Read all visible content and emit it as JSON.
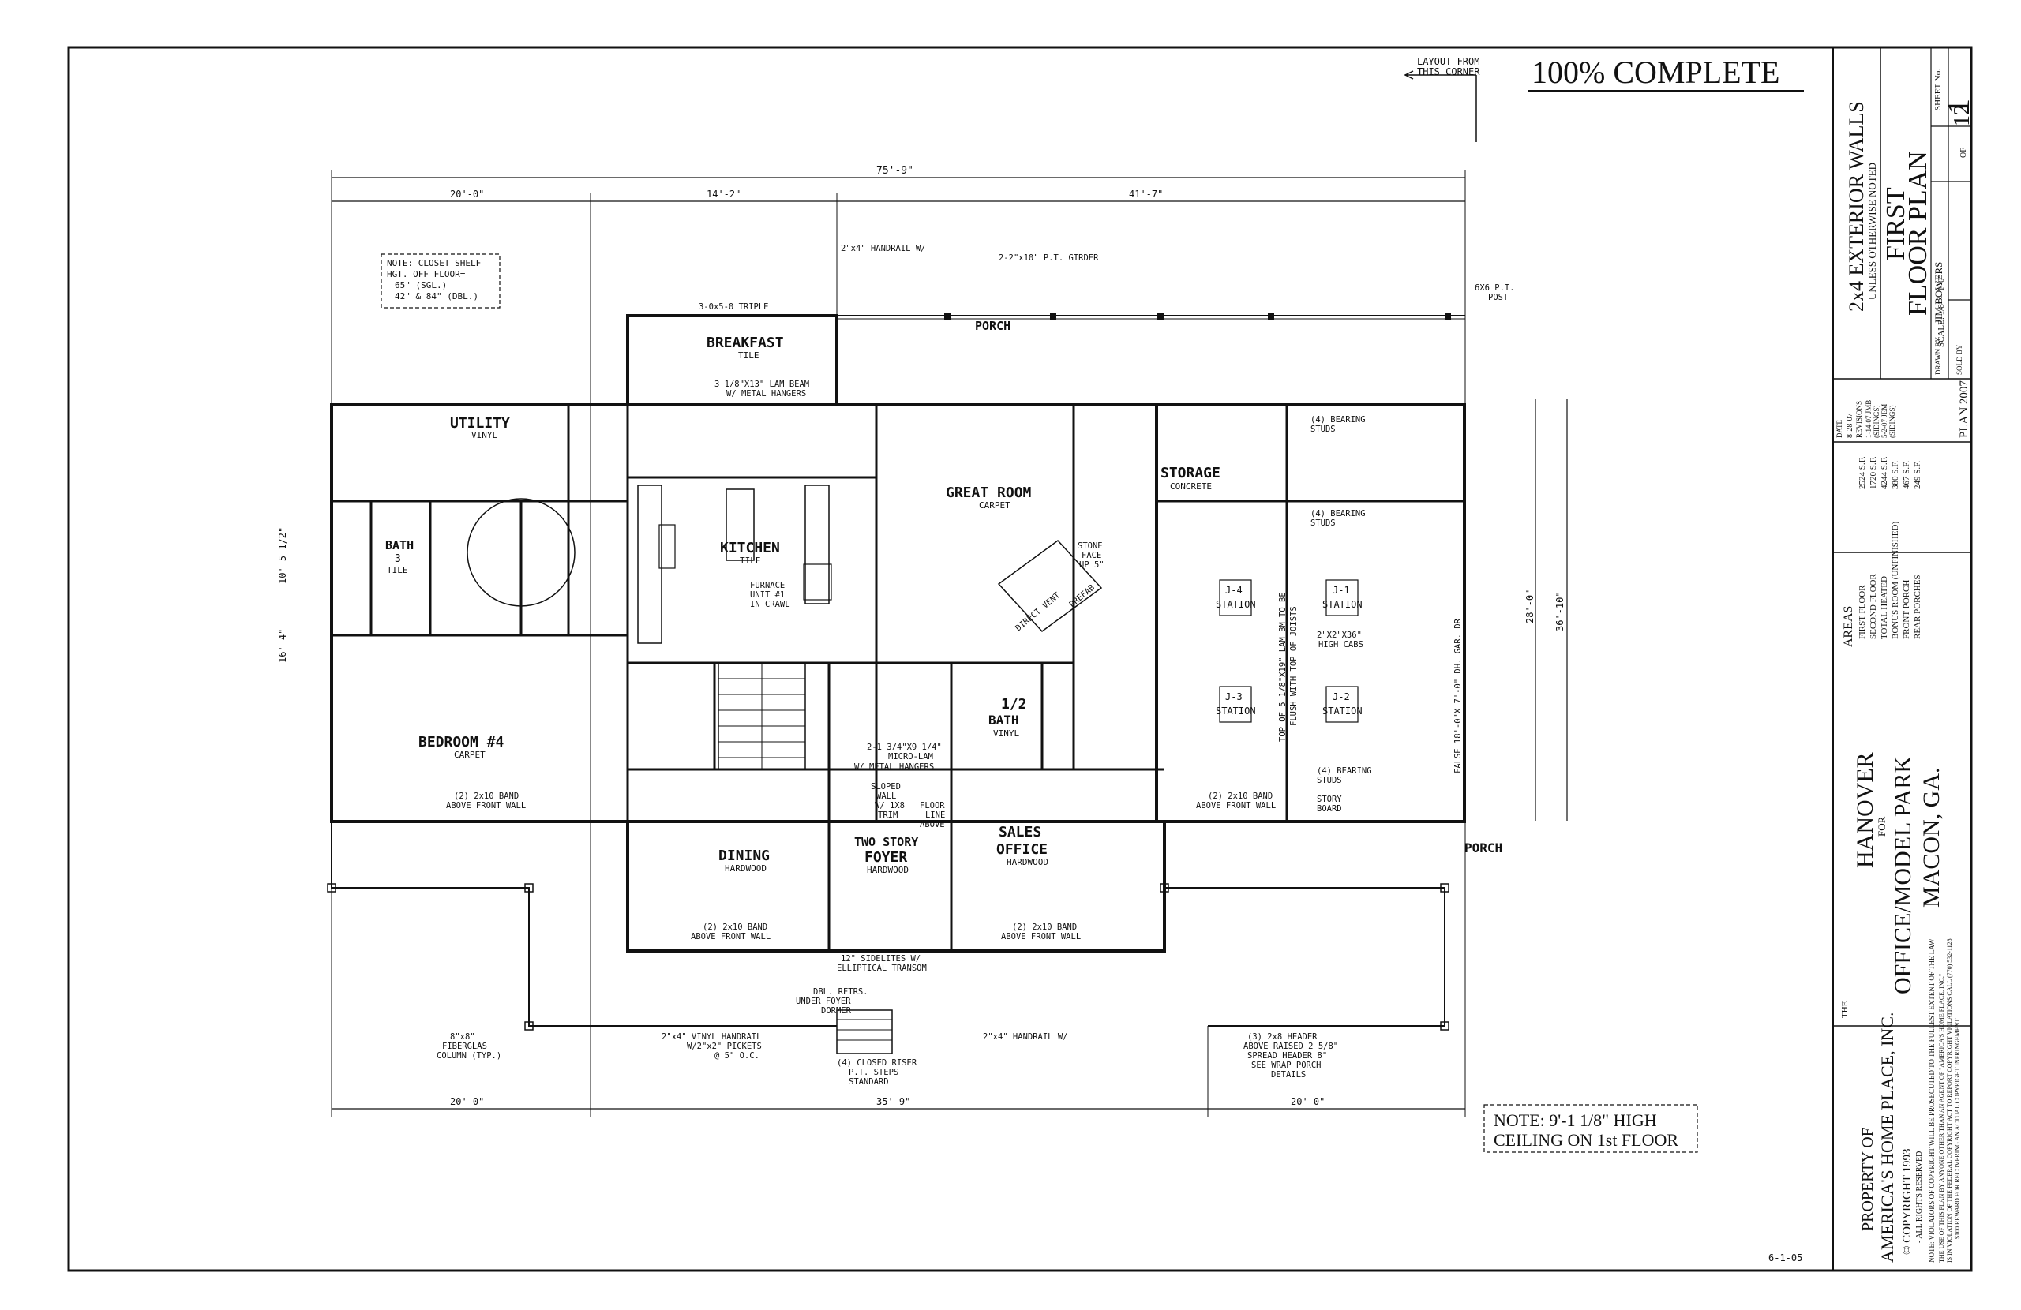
{
  "header": {
    "status": "100% COMPLETE",
    "layout_note_1": "LAYOUT FROM",
    "layout_note_2": "THIS CORNER",
    "closet_note_1": "NOTE: CLOSET SHELF",
    "closet_note_2": "HGT. OFF FLOOR=",
    "closet_note_3": "65\" (SGL.)",
    "closet_note_4": "42\" & 84\" (DBL.)"
  },
  "ceiling_note": {
    "line1": "NOTE: 9'-1 1/8\" HIGH",
    "line2": "CEILING ON 1st FLOOR"
  },
  "revision_date": "6-1-05",
  "dimensions_top": {
    "overall": "75'-9\"",
    "left": "20'-0\"",
    "middle": "14'-2\"",
    "right": "41'-7\""
  },
  "dimensions_bottom": {
    "left": "20'-0\"",
    "middle": "35'-9\"",
    "right": "20'-0\""
  },
  "dimensions_side": {
    "right_overall": "36'-10\"",
    "right_upper": "28'-0\"",
    "left_a": "10'-5 1/2\"",
    "left_b": "16'-4\""
  },
  "rooms": {
    "breakfast": {
      "name": "BREAKFAST",
      "floor": "TILE"
    },
    "porch_top": {
      "name": "PORCH"
    },
    "utility": {
      "name": "UTILITY",
      "floor": "VINYL"
    },
    "kitchen": {
      "name": "KITCHEN",
      "floor": "TILE"
    },
    "great_room": {
      "name": "GREAT ROOM",
      "floor": "CARPET"
    },
    "storage": {
      "name": "STORAGE",
      "floor": "CONCRETE"
    },
    "bath3": {
      "name": "BATH",
      "num": "3",
      "floor": "TILE"
    },
    "bedroom4": {
      "name": "BEDROOM #4",
      "floor": "CARPET"
    },
    "half_bath": {
      "name": "1/2",
      "name2": "BATH",
      "floor": "VINYL"
    },
    "dining": {
      "name": "DINING",
      "floor": "HARDWOOD"
    },
    "foyer": {
      "name": "TWO STORY",
      "name2": "FOYER",
      "floor": "HARDWOOD"
    },
    "sales_office": {
      "name": "SALES",
      "name2": "OFFICE",
      "floor": "HARDWOOD"
    },
    "porch_right": {
      "name": "PORCH"
    }
  },
  "stations": [
    "J-4",
    "J-1",
    "J-3",
    "J-2"
  ],
  "station_label": "STATION",
  "notes": {
    "pickets": "2\"x4\" HANDRAIL W/",
    "girder": "2-2\"x10\" P.T. GIRDER",
    "post": "6X6 P.T.",
    "post2": "POST",
    "triple": "3-0x5-0 TRIPLE",
    "lam_beam": "3 1/8\"X13\" LAM BEAM",
    "lam_beam2": "W/ METAL HANGERS",
    "stone_face": "STONE",
    "stone_face2": "FACE",
    "stone_face3": "UP 5\"",
    "direct_vent": "DIRECT VENT",
    "prefab": "PREFAB",
    "furnace": "FURNACE",
    "furnace2": "UNIT #1",
    "furnace3": "IN CRAWL",
    "bearing_studs": "(4) BEARING",
    "bearing_studs2": "STUDS",
    "high_cabs": "2\"X2\"X36\"",
    "high_cabs2": "HIGH CABS",
    "story_board": "STORY",
    "story_board2": "BOARD",
    "fiberglas": "8\"x8\"",
    "fiberglas2": "FIBERGLAS",
    "fiberglas3": "COLUMN (TYP.)",
    "closed_riser": "(4) CLOSED RISER",
    "closed_riser2": "P.T. STEPS",
    "closed_riser3": "STANDARD",
    "header_note": "(3) 2x8 HEADER",
    "header_note2": "ABOVE RAISED 2 5/8\"",
    "header_note3": "SPREAD HEADER 8\"",
    "header_note4": "SEE WRAP PORCH",
    "header_note5": "DETAILS",
    "vinyl_handrail": "2\"x4\" VINYL HANDRAIL",
    "vinyl_handrail2": "W/2\"x2\" PICKETS",
    "vinyl_handrail3": "@ 5\" O.C.",
    "sidelites": "12\" SIDELITES W/",
    "sidelites2": "ELLIPTICAL TRANSOM",
    "dbl_rftrs": "DBL. RFTRS.",
    "dbl_rftrs2": "UNDER FOYER",
    "dbl_rftrs3": "DORMER",
    "sloped_wall": "SLOPED",
    "sloped_wall2": "WALL",
    "sloped_wall3": "W/ 1X8",
    "sloped_wall4": "TRIM",
    "floor_line": "FLOOR",
    "floor_line2": "LINE",
    "floor_line3": "ABOVE",
    "micro_lam": "2-1 3/4\"X9 1/4\"",
    "micro_lam2": "MICRO-LAM",
    "micro_lam3": "W/ METAL HANGERS",
    "band_front": "(2) 2x10 BAND",
    "band_front2": "ABOVE FRONT WALL",
    "false_dr": "FALSE 18'-0\"X 7'-0\" DH. GAR. DR",
    "lam_bm": "TOP OF 5 1/8\"X19\" LAM BM TO BE",
    "lam_bm2": "FLUSH WITH TOP OF JOISTS"
  },
  "title_block": {
    "walls": "2x4 EXTERIOR WALLS",
    "walls_sub": "UNLESS OTHERWISE NOTED",
    "sheet_title1": "FIRST",
    "sheet_title2": "FLOOR PLAN",
    "scale": "SCALE: 1/8\" = 1'-0\"",
    "sheet_no_label": "SHEET No.",
    "sheet_no": "1",
    "of_label": "OF",
    "total_sheets": "12",
    "drawn_by_label": "DRAWN BY",
    "drawn_by": "JIM BOWERS",
    "sold_by_label": "SOLD BY",
    "plan_year": "PLAN 2007",
    "date_label": "DATE",
    "date": "8-28-07",
    "revisions_label": "REVISIONS",
    "revisions": [
      "1-14-07 JMB",
      "(SIDINGS)",
      "5-2-07 JEM",
      "(SIDINGS)"
    ],
    "areas_title": "AREAS",
    "areas": [
      {
        "label": "FIRST FLOOR",
        "value": "2524 S.F."
      },
      {
        "label": "SECOND FLOOR",
        "value": "1720 S.F."
      },
      {
        "label": "TOTAL HEATED",
        "value": "4244 S.F."
      },
      {
        "label": "BONUS ROOM (UNFINISHED)",
        "value": "380 S.F."
      },
      {
        "label": "FRONT PORCH",
        "value": "467 S.F."
      },
      {
        "label": "REAR PORCHES",
        "value": "249 S.F."
      }
    ],
    "the": "THE",
    "project1": "HANOVER",
    "project_for": "FOR",
    "project2": "OFFICE/MODEL PARK",
    "project3": "MACON, GA.",
    "property_of": "PROPERTY OF",
    "company": "AMERICA'S HOME PLACE, INC.",
    "copyright": "© COPYRIGHT   1993",
    "rights": "- ALL RIGHTS RESERVED",
    "legal1": "NOTE: VIOLATORS OF COPYRIGHT WILL BE PROSECUTED TO THE FULLEST EXTENT OF THE LAW",
    "legal2": "THE USE OF THIS PLAN BY ANYONE OTHER THAN AN AGENT OF \"AMERICA'S HOME PLACE, INC.\"",
    "legal3": "IS IN VIOLATION OF THE FEDERAL COPYRIGHT ACT TO REPORT COPYRIGHT VIOLATIONS CALL (770) 532-1128",
    "legal4": "$100 REWARD FOR RECOVERING AN ACTUAL COPYRIGHT INFRINGEMENT."
  }
}
